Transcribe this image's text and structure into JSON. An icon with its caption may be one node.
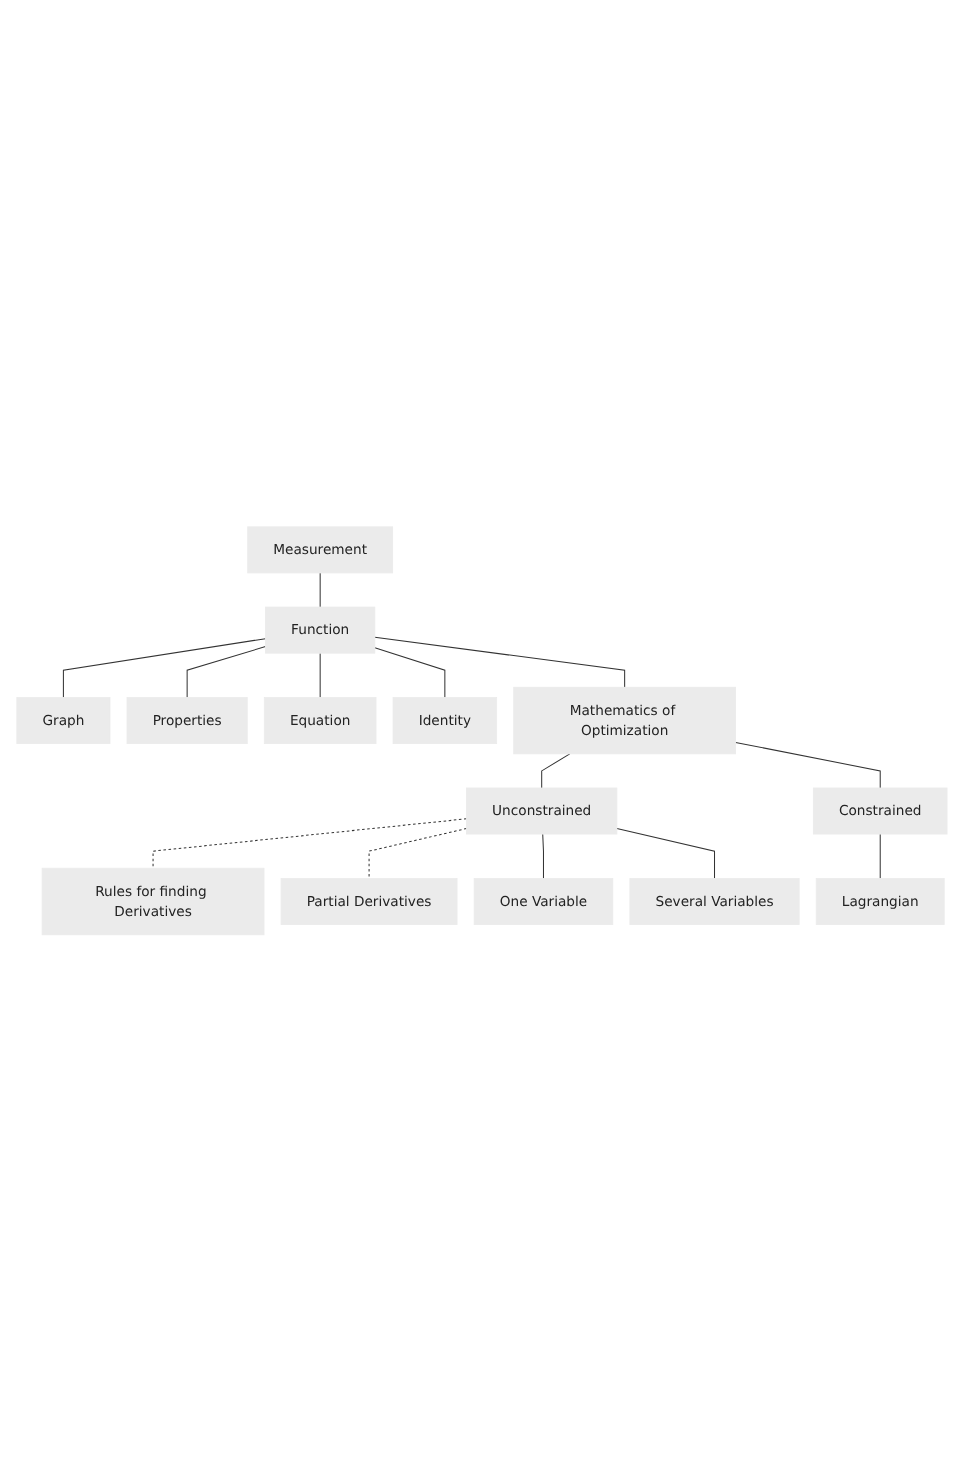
{
  "diagram": {
    "nodes": [
      {
        "text": [
          "Measurement"
        ]
      },
      {
        "text": [
          "Function"
        ]
      },
      {
        "text": [
          "Graph"
        ]
      },
      {
        "text": [
          "Properties"
        ]
      },
      {
        "text": [
          "Equation"
        ]
      },
      {
        "text": [
          "Identity"
        ]
      },
      {
        "text": [
          "Mathematics of Optimization"
        ]
      },
      {
        "text": [
          "Unconstrained"
        ]
      },
      {
        "text": [
          "Constrained"
        ]
      },
      {
        "text": [
          "Rules for finding Derivatives"
        ]
      },
      {
        "text": [
          "Partial Derivatives"
        ]
      },
      {
        "text": [
          "Lagrangian"
        ]
      },
      {
        "text": [
          "One Variable"
        ]
      },
      {
        "text": [
          "Several Variables"
        ]
      }
    ],
    "edges": [
      {
        "from": 0,
        "to": 1,
        "arrow": "none"
      },
      {
        "from": 1,
        "to": 2,
        "arrow": "none"
      },
      {
        "from": 1,
        "to": 3,
        "arrow": "none"
      },
      {
        "from": 1,
        "to": 4,
        "arrow": "none"
      },
      {
        "from": 1,
        "to": 5,
        "arrow": "none"
      },
      {
        "from": 1,
        "to": 6,
        "arrow": "none"
      },
      {
        "from": 6,
        "to": 7,
        "arrow": "none"
      },
      {
        "from": 6,
        "to": 8,
        "arrow": "none"
      },
      {
        "from": 7,
        "to": 9,
        "arrow": "none",
        "style": "dashed"
      },
      {
        "from": 7,
        "to": 10,
        "arrow": "none",
        "style": "dashed"
      },
      {
        "from": 8,
        "to": 11,
        "arrow": "none"
      },
      {
        "from": 7,
        "to": 12,
        "arrow": "none"
      },
      {
        "from": 7,
        "to": 13,
        "arrow": "none"
      }
    ]
  }
}
